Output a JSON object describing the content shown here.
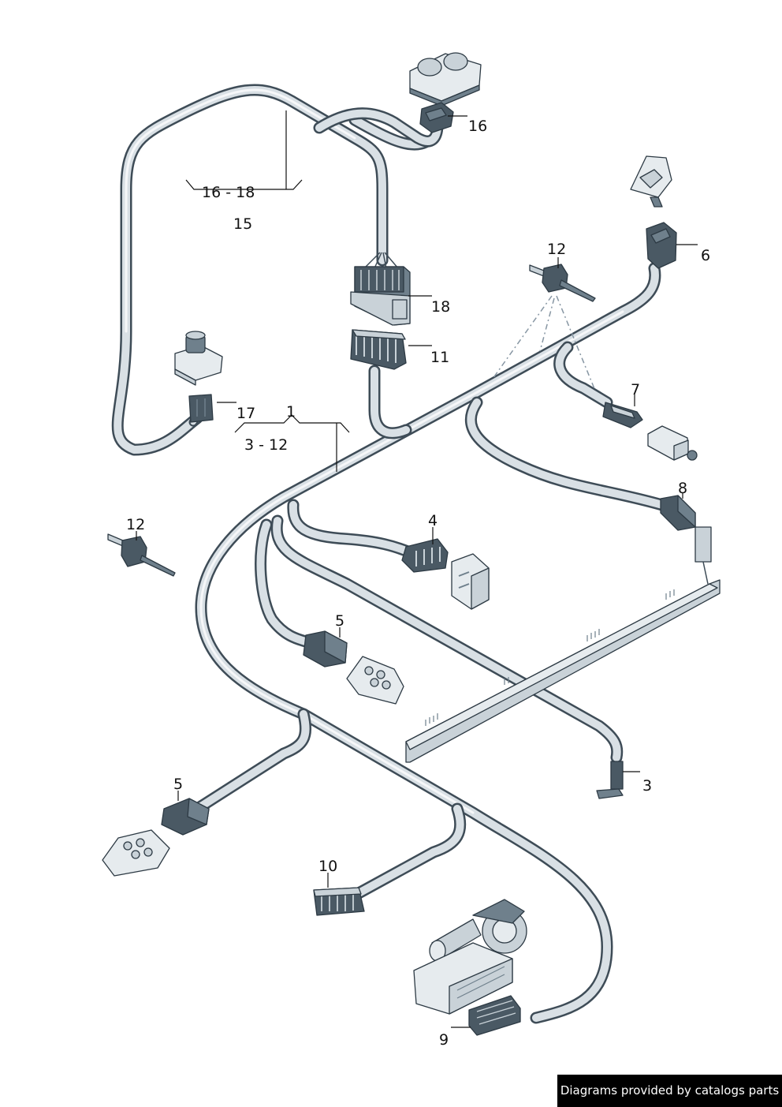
{
  "callouts": {
    "c1": "1",
    "c3": "3",
    "c3_12": "3 - 12",
    "c4": "4",
    "c5a": "5",
    "c5b": "5",
    "c6": "6",
    "c7": "7",
    "c8": "8",
    "c9": "9",
    "c10": "10",
    "c11": "11",
    "c12a": "12",
    "c12b": "12",
    "c15": "15",
    "c16": "16",
    "c16_18": "16 - 18",
    "c17": "17",
    "c18": "18"
  },
  "credit": "Diagrams provided by catalogs parts",
  "colors": {
    "cable_outline": "#3e4c57",
    "cable_fill": "#d9e0e5",
    "component_dark": "#4a5964",
    "component_light": "#c9d2d8",
    "credit_background": "#000000"
  }
}
